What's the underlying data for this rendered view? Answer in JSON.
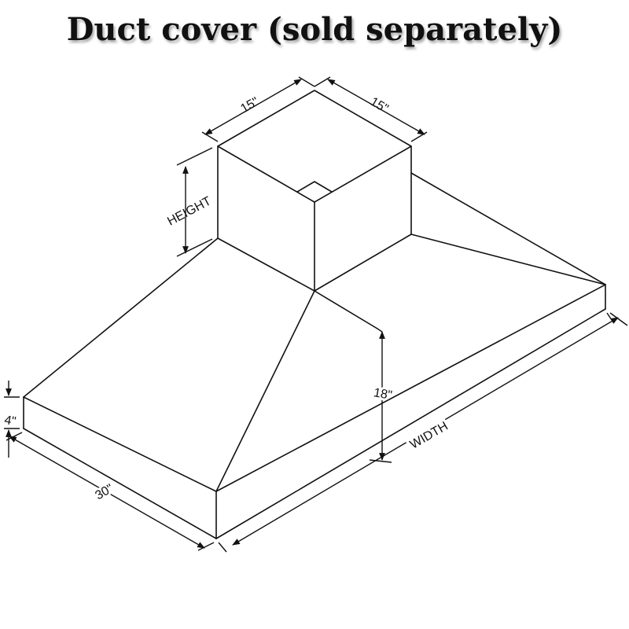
{
  "title": "Duct cover (sold separately)",
  "dimensions": {
    "duct_left": "15\"",
    "duct_right": "15\"",
    "duct_height": "HEIGHT",
    "total_height": "18\"",
    "base_thickness": "4\"",
    "depth": "30\"",
    "width": "WIDTH"
  }
}
